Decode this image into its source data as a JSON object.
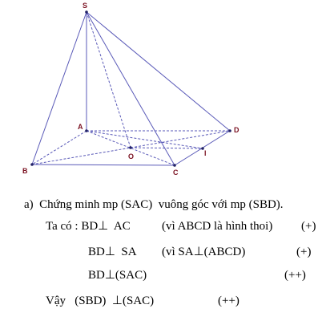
{
  "figure": {
    "vertices": {
      "S": "S",
      "A": "A",
      "B": "B",
      "C": "C",
      "D": "D",
      "O": "O",
      "I": "I"
    }
  },
  "proof": {
    "heading": "a)  Chứng minh mp (SAC)  vuông góc với mp (SBD).",
    "line1": {
      "prefix": "Ta có : BD⊥  AC",
      "reason": "(vì ABCD là hình thoi)",
      "mark": "(+)"
    },
    "line2": {
      "statement": "BD⊥  SA",
      "reason": "(vì SA⊥(ABCD)",
      "mark": "(+)"
    },
    "line3": {
      "statement": "BD⊥(SAC)",
      "mark": "(++)"
    },
    "line4": {
      "statement": "Vậy   (SBD)  ⊥(SAC)",
      "mark": "(++)"
    }
  }
}
